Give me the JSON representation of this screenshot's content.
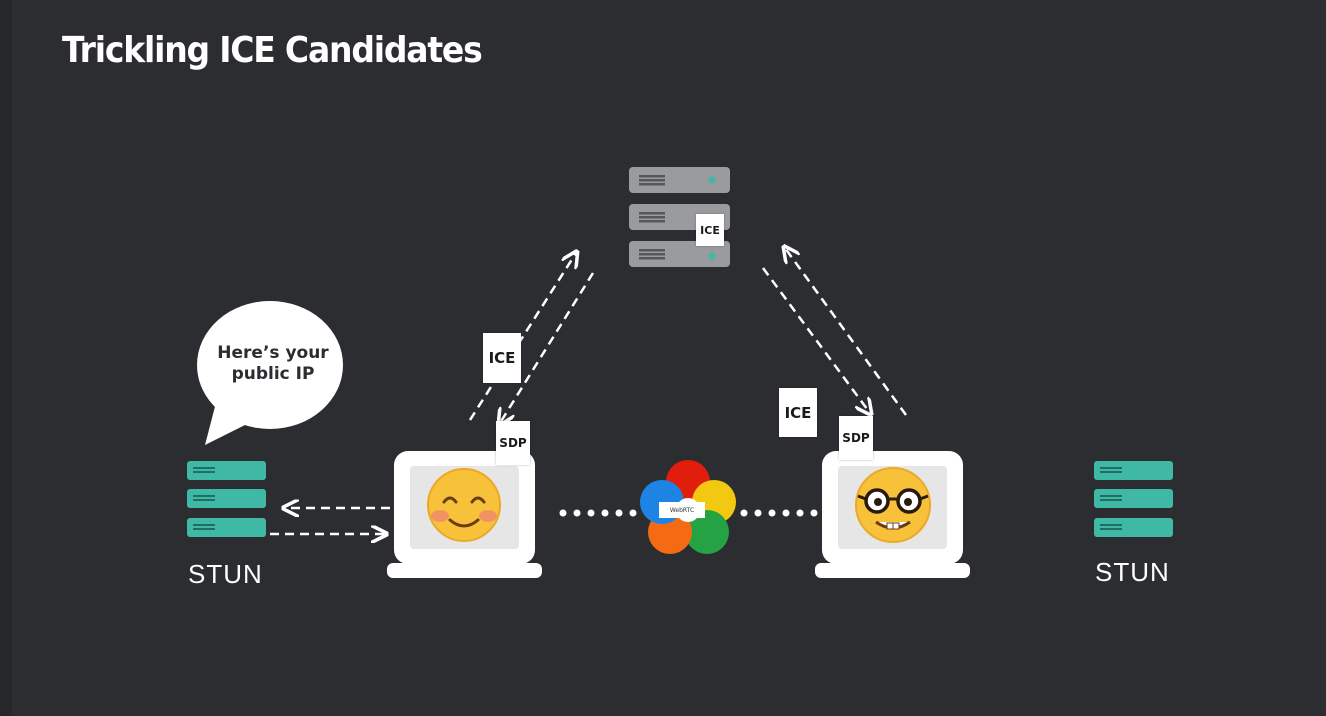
{
  "title": "Trickling ICE Candidates",
  "speech_bubble": {
    "text": "Here’s your public IP"
  },
  "stun_left": {
    "label": "STUN"
  },
  "stun_right": {
    "label": "STUN"
  },
  "cards": {
    "ice_signaling": "ICE",
    "ice_left": "ICE",
    "sdp_left": "SDP",
    "ice_right": "ICE",
    "sdp_right": "SDP"
  },
  "webrtc_logo": {
    "text": "WebRTC",
    "colors": [
      "#e11d0b",
      "#f2c811",
      "#25a244",
      "#f56b14",
      "#1d84e4"
    ]
  },
  "colors": {
    "background": "#2b2d31",
    "stun_server": "#3fb8a6",
    "signaling_server": "#9a9b9e",
    "server_led": "#3fb8a6"
  }
}
